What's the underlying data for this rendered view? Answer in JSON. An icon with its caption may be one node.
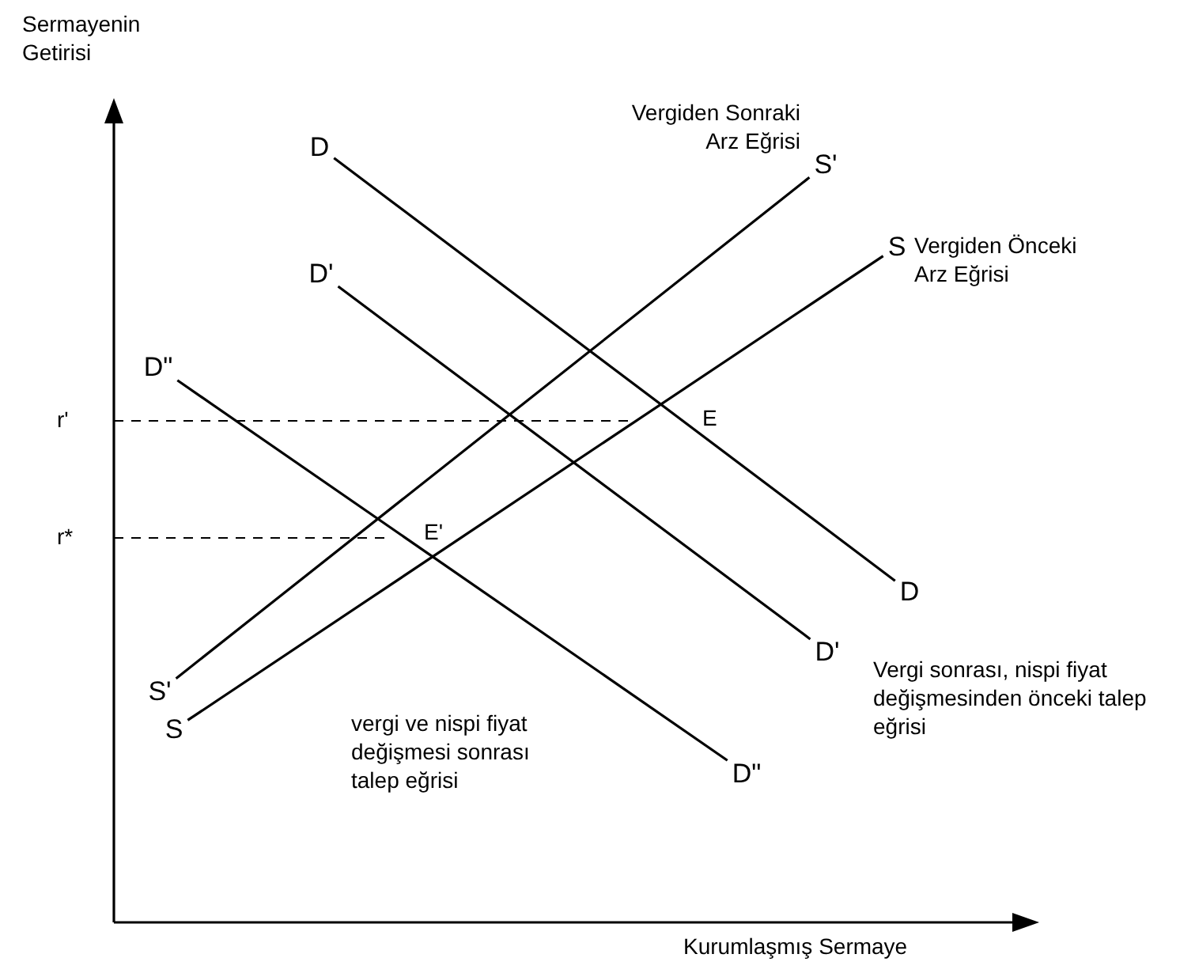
{
  "diagram": {
    "nodes": [
      {
        "text": [
          "D"
        ]
      },
      {
        "text": [
          "S'"
        ]
      },
      {
        "text": [
          "S"
        ]
      },
      {
        "text": [
          "D'"
        ]
      },
      {
        "text": [
          "D\""
        ]
      },
      {
        "text": [
          "D"
        ]
      },
      {
        "text": [
          "D'"
        ]
      },
      {
        "text": [
          "S'"
        ]
      },
      {
        "text": [
          "S"
        ]
      },
      {
        "text": [
          "D\""
        ]
      }
    ],
    "edges": [
      {
        "from": 0,
        "to": 5,
        "arrow": "none"
      },
      {
        "from": 3,
        "to": 6,
        "arrow": "none"
      },
      {
        "from": 4,
        "to": 9,
        "arrow": "none"
      },
      {
        "from": 7,
        "to": 1,
        "arrow": "none"
      },
      {
        "from": 8,
        "to": 2,
        "arrow": "none"
      }
    ],
    "labels": [
      "Sermayenin Getirisi",
      "Vergiden Sonraki Arz Eğrisi",
      "Vergiden Önceki Arz Eğrisi",
      "r'",
      "E",
      "r*",
      "E'",
      "vergi ve nispi fiyat değişmesi sonrası talep eğrisi",
      "Vergi sonrası, nispi fiyat değişmesinden önceki talep eğrisi",
      "Kurumlaşmış Sermaye"
    ]
  }
}
